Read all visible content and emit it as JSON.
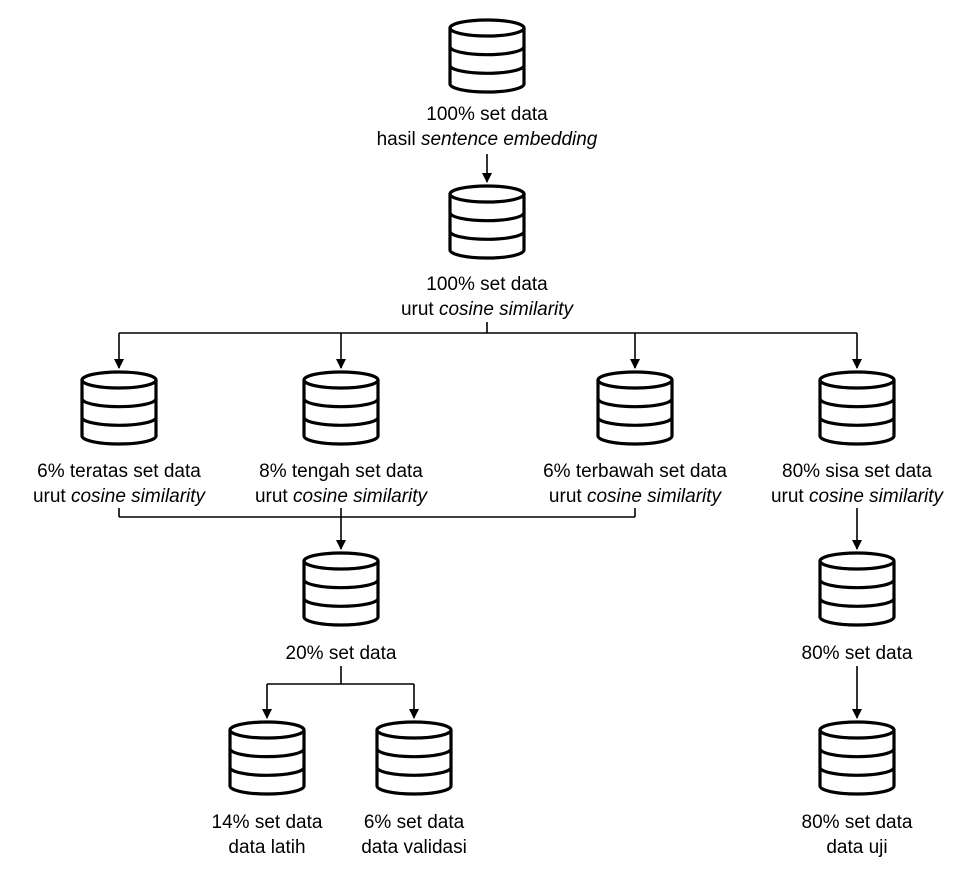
{
  "nodes": {
    "source": {
      "line1": "100% set data",
      "line2_prefix": "hasil ",
      "line2_italic": "sentence embedding"
    },
    "sorted": {
      "line1": "100% set data",
      "line2_prefix": "urut ",
      "line2_italic": "cosine similarity"
    },
    "top6": {
      "line1": "6% teratas set data",
      "line2_prefix": "urut ",
      "line2_italic": "cosine similarity"
    },
    "mid8": {
      "line1": "8% tengah set data",
      "line2_prefix": "urut ",
      "line2_italic": "cosine similarity"
    },
    "bottom6": {
      "line1": "6% terbawah set data",
      "line2_prefix": "urut ",
      "line2_italic": "cosine similarity"
    },
    "rest80": {
      "line1": "80% sisa set data",
      "line2_prefix": "urut ",
      "line2_italic": "cosine similarity"
    },
    "set20": {
      "line1": "20% set data"
    },
    "set80": {
      "line1": "80% set data"
    },
    "train": {
      "line1": "14% set data",
      "line2": "data latih"
    },
    "valid": {
      "line1": "6% set data",
      "line2": "data validasi"
    },
    "test": {
      "line1": "80% set data",
      "line2": "data uji"
    }
  },
  "icons": {
    "database": "database-icon",
    "arrow": "arrow-down-icon"
  },
  "colors": {
    "stroke": "#000000",
    "fill": "#ffffff"
  }
}
